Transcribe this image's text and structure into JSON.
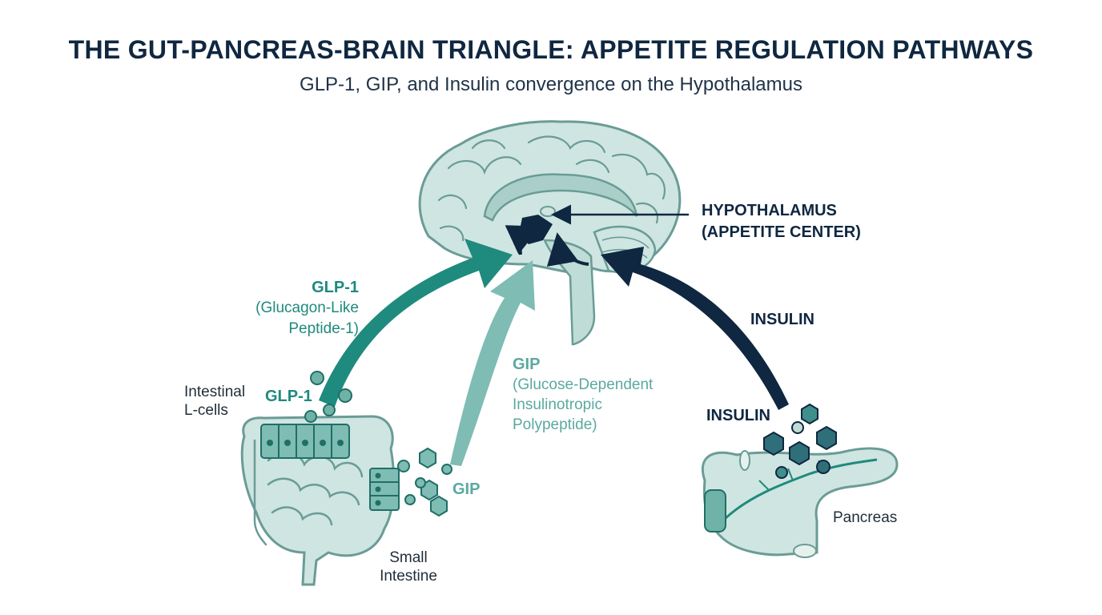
{
  "title": "THE GUT-PANCREAS-BRAIN TRIANGLE: APPETITE REGULATION PATHWAYS",
  "subtitle": "GLP-1, GIP, and Insulin convergence on the Hypothalamus",
  "hypothalamus": {
    "line1": "HYPOTHALAMUS",
    "line2": "(APPETITE CENTER)"
  },
  "glp1_arrow": {
    "name": "GLP-1",
    "line1": "(Glucagon-Like",
    "line2": "Peptide-1)"
  },
  "gip_arrow": {
    "name": "GIP",
    "line1": "(Glucose-Dependent",
    "line2": "Insulinotropic",
    "line3": "Polypeptide)"
  },
  "insulin_arrow": {
    "name": "INSULIN"
  },
  "intestine": {
    "cells_line1": "Intestinal",
    "cells_line2": "L-cells",
    "glp1_secretion": "GLP-1",
    "gip_secretion": "GIP",
    "organ_line1": "Small",
    "organ_line2": "Intestine"
  },
  "pancreas": {
    "insulin_secretion": "INSULIN",
    "organ": "Pancreas"
  },
  "colors": {
    "dark_navy": "#0f2740",
    "teal": "#1f8a7e",
    "light_teal": "#7fbcb3",
    "organ_fill": "#cfe5e1",
    "organ_stroke": "#6a9c96"
  }
}
